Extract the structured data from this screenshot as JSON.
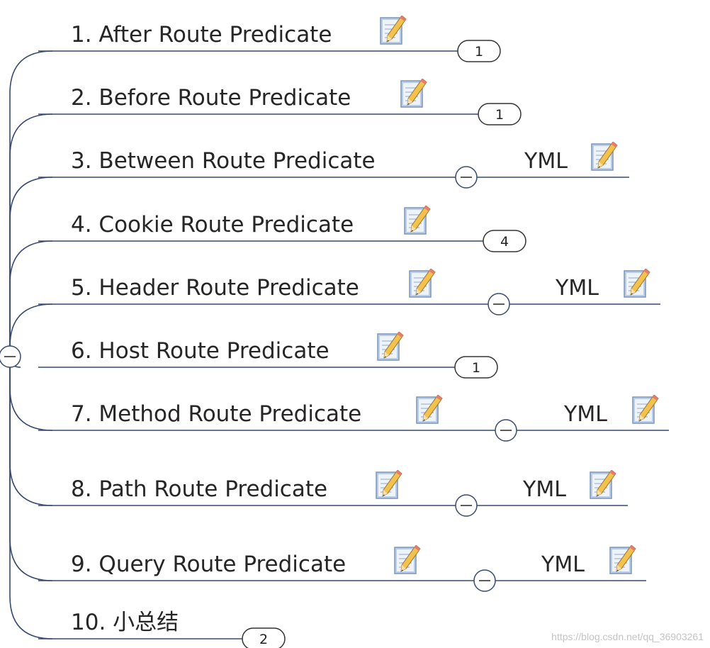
{
  "colors": {
    "line": "#384a6e",
    "text": "#262626",
    "note_paper": "#b9cde8",
    "pencil": "#f2c14e",
    "watermark": "#c4c4c4"
  },
  "root_toggle": {
    "icon": "collapse-minus-icon"
  },
  "branches": [
    {
      "label": "1. After Route Predicate",
      "note_icon": "note-pencil-icon",
      "badge": "1",
      "collapsed": true
    },
    {
      "label": "2. Before Route Predicate",
      "note_icon": "note-pencil-icon",
      "badge": "1",
      "collapsed": true
    },
    {
      "label": "3. Between Route Predicate",
      "note_icon": "",
      "badge": "",
      "collapsed": false,
      "child": {
        "label": "YML",
        "note_icon": "note-pencil-icon"
      }
    },
    {
      "label": "4. Cookie Route Predicate",
      "note_icon": "note-pencil-icon",
      "badge": "4",
      "collapsed": true
    },
    {
      "label": "5. Header Route Predicate",
      "note_icon": "note-pencil-icon",
      "badge": "",
      "collapsed": false,
      "child": {
        "label": "YML",
        "note_icon": "note-pencil-icon"
      }
    },
    {
      "label": "6. Host Route Predicate",
      "note_icon": "note-pencil-icon",
      "badge": "1",
      "collapsed": true
    },
    {
      "label": "7. Method Route Predicate",
      "note_icon": "note-pencil-icon",
      "badge": "",
      "collapsed": false,
      "child": {
        "label": "YML",
        "note_icon": "note-pencil-icon"
      }
    },
    {
      "label": "8. Path Route Predicate",
      "note_icon": "note-pencil-icon",
      "badge": "",
      "collapsed": false,
      "child": {
        "label": "YML",
        "note_icon": "note-pencil-icon"
      }
    },
    {
      "label": "9. Query Route Predicate",
      "note_icon": "note-pencil-icon",
      "badge": "",
      "collapsed": false,
      "child": {
        "label": "YML",
        "note_icon": "note-pencil-icon"
      }
    },
    {
      "label": "10. 小总结",
      "note_icon": "",
      "badge": "2",
      "collapsed": true
    }
  ],
  "watermark": "https://blog.csdn.net/qq_36903261"
}
